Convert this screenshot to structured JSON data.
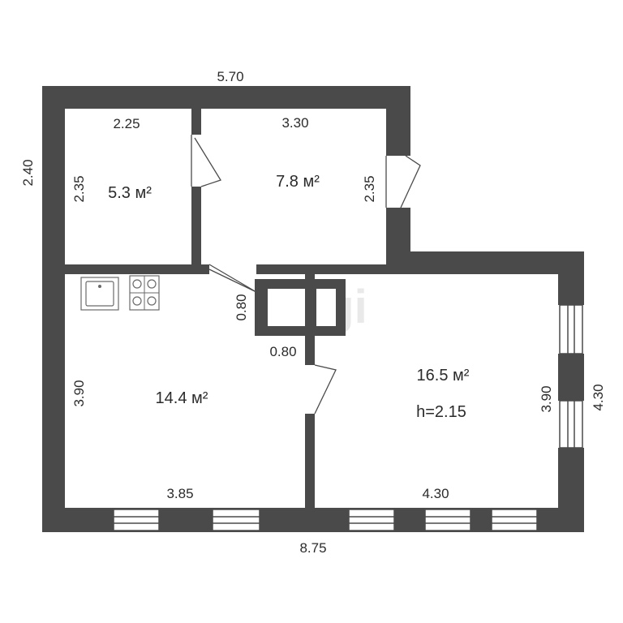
{
  "plan": {
    "overall": {
      "top_width": "5.70",
      "left_height": "2.40",
      "right_height": "4.30",
      "bottom_width": "8.75"
    },
    "rooms": [
      {
        "id": "room-small",
        "area": "5.3 м²",
        "width": "2.25",
        "height": "2.35"
      },
      {
        "id": "room-middle",
        "area": "7.8 м²",
        "width": "3.30",
        "height": "2.35"
      },
      {
        "id": "room-kitchen",
        "area": "14.4 м²",
        "width": "3.85",
        "height": "3.90"
      },
      {
        "id": "room-large",
        "area": "16.5 м²",
        "ceiling": "h=2.15",
        "width": "4.30",
        "height": "3.90"
      }
    ],
    "openings": {
      "door_left_height": "0.80",
      "door_bottom_width": "0.80"
    },
    "watermark": "etagi"
  }
}
